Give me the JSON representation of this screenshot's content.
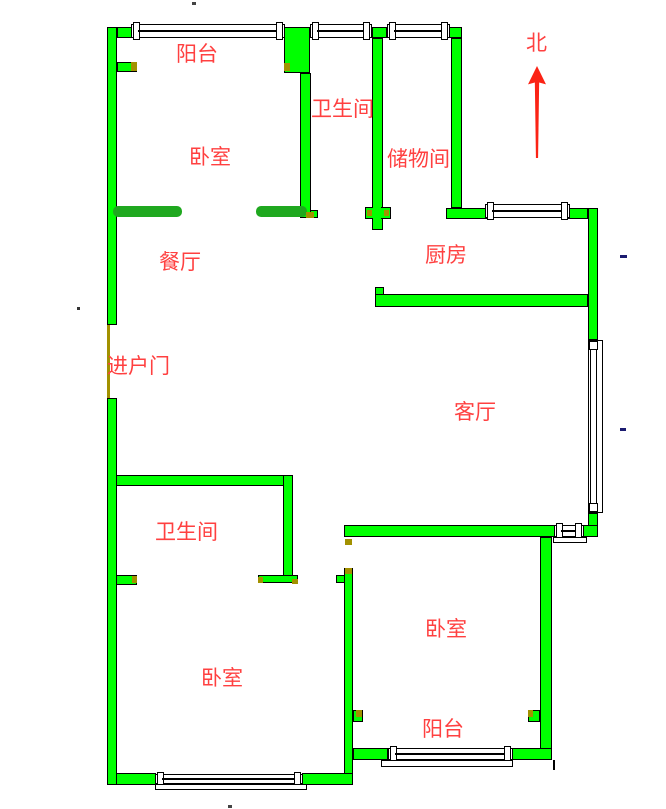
{
  "colors": {
    "wall": "#00ff00",
    "door": "#1fa81f",
    "jamb": "#a29100",
    "label": "#ff4040",
    "north": "#fb2315",
    "outline": "#000000"
  },
  "rooms": {
    "balcony_north": "阳台",
    "bedroom_north": "卧室",
    "bathroom_north": "卫生间",
    "storage": "储物间",
    "kitchen": "厨房",
    "dining": "餐厅",
    "entrance": "进户门",
    "living": "客厅",
    "bathroom_south": "卫生间",
    "bedroom_southeast": "卧室",
    "bedroom_southwest": "卧室",
    "balcony_south": "阳台"
  },
  "compass": {
    "north_label": "北"
  }
}
